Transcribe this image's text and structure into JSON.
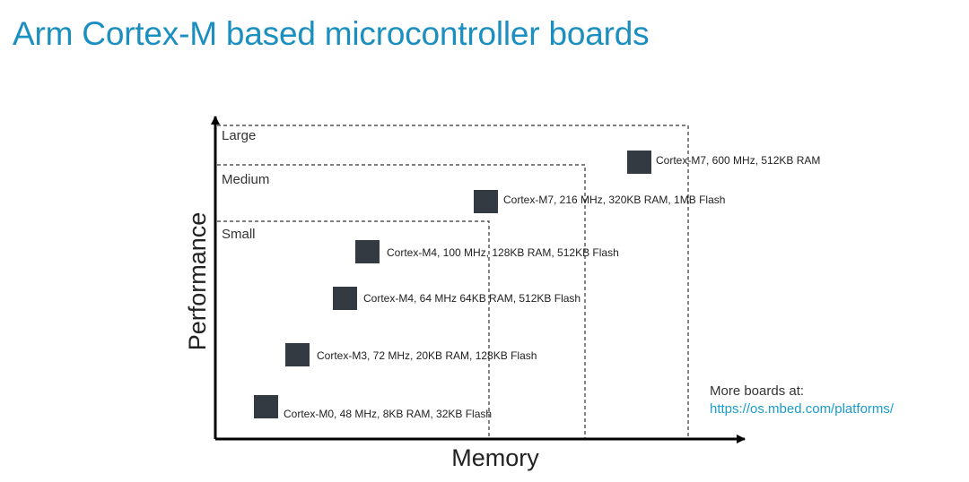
{
  "title": "Arm Cortex-M based microcontroller boards",
  "axes": {
    "x_label": "Memory",
    "y_label": "Performance"
  },
  "regions": [
    {
      "label": "Small"
    },
    {
      "label": "Medium"
    },
    {
      "label": "Large"
    }
  ],
  "boards": [
    {
      "label": "Cortex-M0, 48 MHz, 8KB RAM, 32KB Flash"
    },
    {
      "label": "Cortex-M3, 72 MHz, 20KB RAM, 128KB Flash"
    },
    {
      "label": "Cortex-M4, 64 MHz 64KB RAM, 512KB Flash"
    },
    {
      "label": "Cortex-M4, 100 MHz, 128KB RAM, 512KB Flash"
    },
    {
      "label": "Cortex-M7, 216 MHz, 320KB RAM, 1MB Flash"
    },
    {
      "label": "Cortex-M7, 600 MHz, 512KB RAM"
    }
  ],
  "more_boards": {
    "caption": "More boards at:",
    "link": "https://os.mbed.com/platforms/"
  },
  "colors": {
    "title": "#1a8fc0",
    "link": "#1a9ccc",
    "marker": "#343a42",
    "axis": "#000000"
  }
}
